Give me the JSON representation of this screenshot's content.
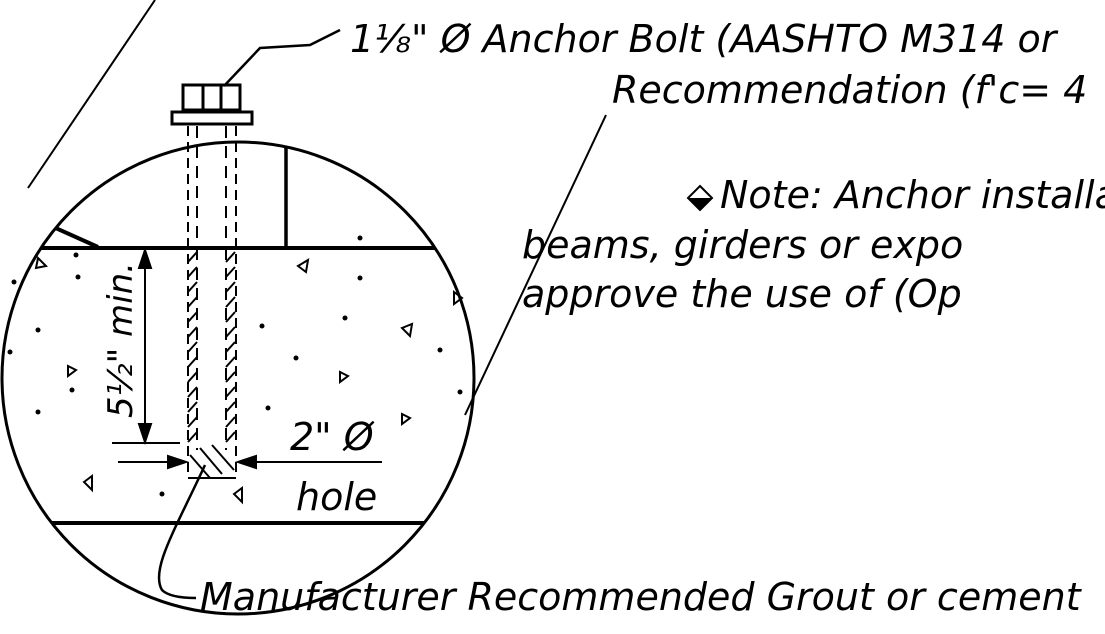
{
  "callouts": {
    "anchor_bolt_line1": "1⅛\" Ø Anchor Bolt (AASHTO M314 or",
    "anchor_bolt_line2": "Recommendation (f'c= 4",
    "note_line1": "Note: Anchor installat",
    "note_line2": "beams, girders or expo",
    "note_line3": "approve the use of (Op",
    "grout": "Manufacturer Recommended Grout or cement",
    "embedment": "5½\" min.",
    "hole_dia": "2\" Ø",
    "hole": "hole"
  },
  "symbols": {
    "note_marker": "diamond-icon"
  },
  "colors": {
    "line": "#000000",
    "background": "#ffffff"
  }
}
